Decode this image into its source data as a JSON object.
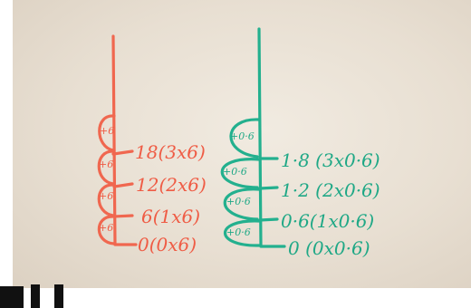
{
  "red_line": {
    "labels": [
      "18(3x6)",
      "12(2x6)",
      "6(1x6)",
      "0(0x6)"
    ],
    "step_labels": [
      "+6",
      "+6",
      "+6",
      "+6"
    ]
  },
  "teal_line": {
    "labels": [
      "1·8 (3x0·6)",
      "1·2 (2x0·6)",
      "0·6(1x0·6)",
      "0 (0x0·6)"
    ],
    "step_labels": [
      "+0·6",
      "+0·6",
      "+0·6",
      "+0·6"
    ]
  },
  "colors": {
    "red_marker": "#ef5c45",
    "teal_marker": "#1fa886",
    "whiteboard": "#ebe3d7"
  }
}
